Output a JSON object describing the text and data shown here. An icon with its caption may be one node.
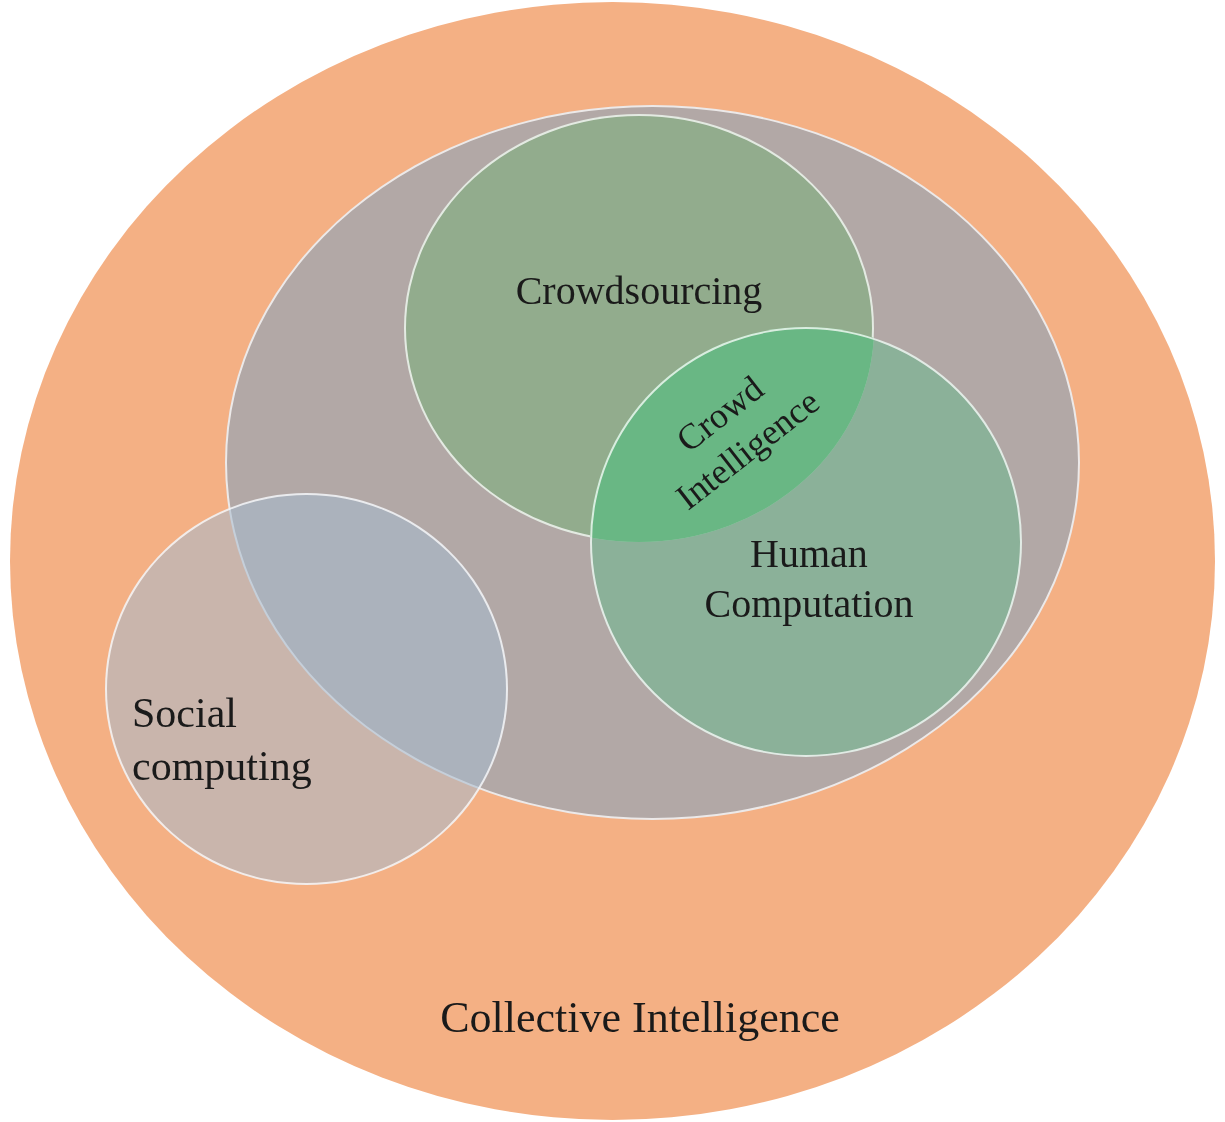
{
  "diagram": {
    "nodes": [
      {
        "text": [
          "Collective Intelligence"
        ]
      },
      {
        "text": [],
        "shape": "ellipse",
        "in": 0
      },
      {
        "text": [
          "Crowdsourcing"
        ],
        "in": 1
      },
      {
        "text": [
          "Crowd Intelligence"
        ],
        "in": 1
      },
      {
        "text": [
          "Human Computation"
        ],
        "in": 1
      },
      {
        "text": [
          "Social computing"
        ],
        "in": 0
      }
    ]
  }
}
